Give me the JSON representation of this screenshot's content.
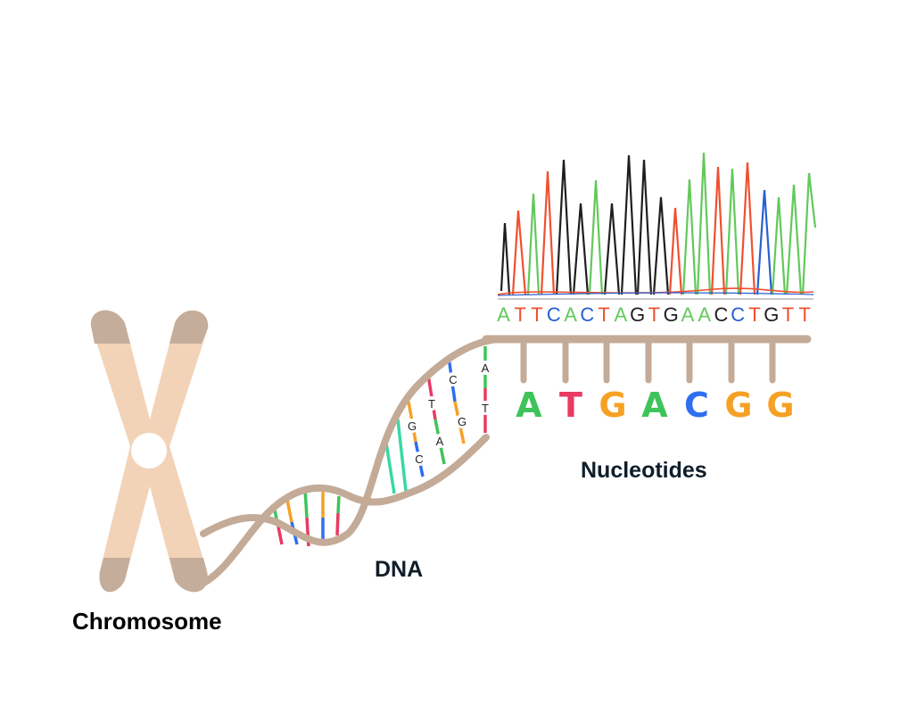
{
  "labels": {
    "chromosome": "Chromosome",
    "dna": "DNA",
    "nucleotides": "Nucleotides"
  },
  "colors": {
    "A": "#3ec45a",
    "T": "#e93a63",
    "G": "#f6a125",
    "C": "#2f6ef0",
    "backbone": "#c4ab98",
    "chromosome_body": "#f2d3b8",
    "chromosome_tips": "#c4ad9a",
    "trace_black": "#1f1f1f",
    "trace_red": "#f0502f",
    "trace_green": "#62c95a",
    "trace_blue": "#2860d0"
  },
  "chromatogram": {
    "sequence": [
      "A",
      "T",
      "T",
      "C",
      "A",
      "C",
      "T",
      "A",
      "G",
      "T",
      "G",
      "A",
      "A",
      "C",
      "C",
      "T",
      "G",
      "T",
      "T"
    ],
    "sequence_colors": [
      "#62c95a",
      "#f0502f",
      "#f0502f",
      "#2860d0",
      "#62c95a",
      "#2860d0",
      "#f0502f",
      "#62c95a",
      "#1f1f1f",
      "#f0502f",
      "#1f1f1f",
      "#62c95a",
      "#62c95a",
      "#1f1f1f",
      "#2860d0",
      "#f0502f",
      "#1f1f1f",
      "#f0502f",
      "#f0502f"
    ]
  },
  "nucleotides": {
    "bases": [
      "A",
      "T",
      "G",
      "A",
      "C",
      "G",
      "G"
    ]
  },
  "helix_pairs": [
    {
      "top": "A",
      "bottom": "T"
    },
    {
      "top": "C",
      "bottom": "G"
    },
    {
      "top": "T",
      "bottom": "A"
    },
    {
      "top": "G",
      "bottom": "C"
    }
  ]
}
